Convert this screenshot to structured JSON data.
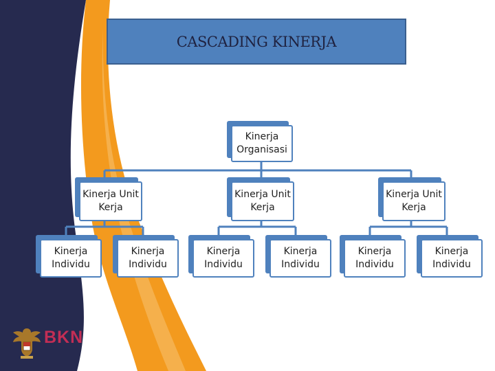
{
  "title": "CASCADING KINERJA",
  "root": {
    "label": "Kinerja Organisasi"
  },
  "units": [
    {
      "label": "Kinerja Unit Kerja",
      "individuals": [
        "Kinerja Individu",
        "Kinerja Individu"
      ]
    },
    {
      "label": "Kinerja Unit Kerja",
      "individuals": [
        "Kinerja Individu",
        "Kinerja Individu"
      ]
    },
    {
      "label": "Kinerja Unit Kerja",
      "individuals": [
        "Kinerja Individu",
        "Kinerja Individu"
      ]
    }
  ],
  "logo": {
    "text": "BKN"
  },
  "colors": {
    "accent": "#4f81bd",
    "navy": "#1f2240",
    "orange": "#f39a1e",
    "brand": "#c22e55"
  }
}
